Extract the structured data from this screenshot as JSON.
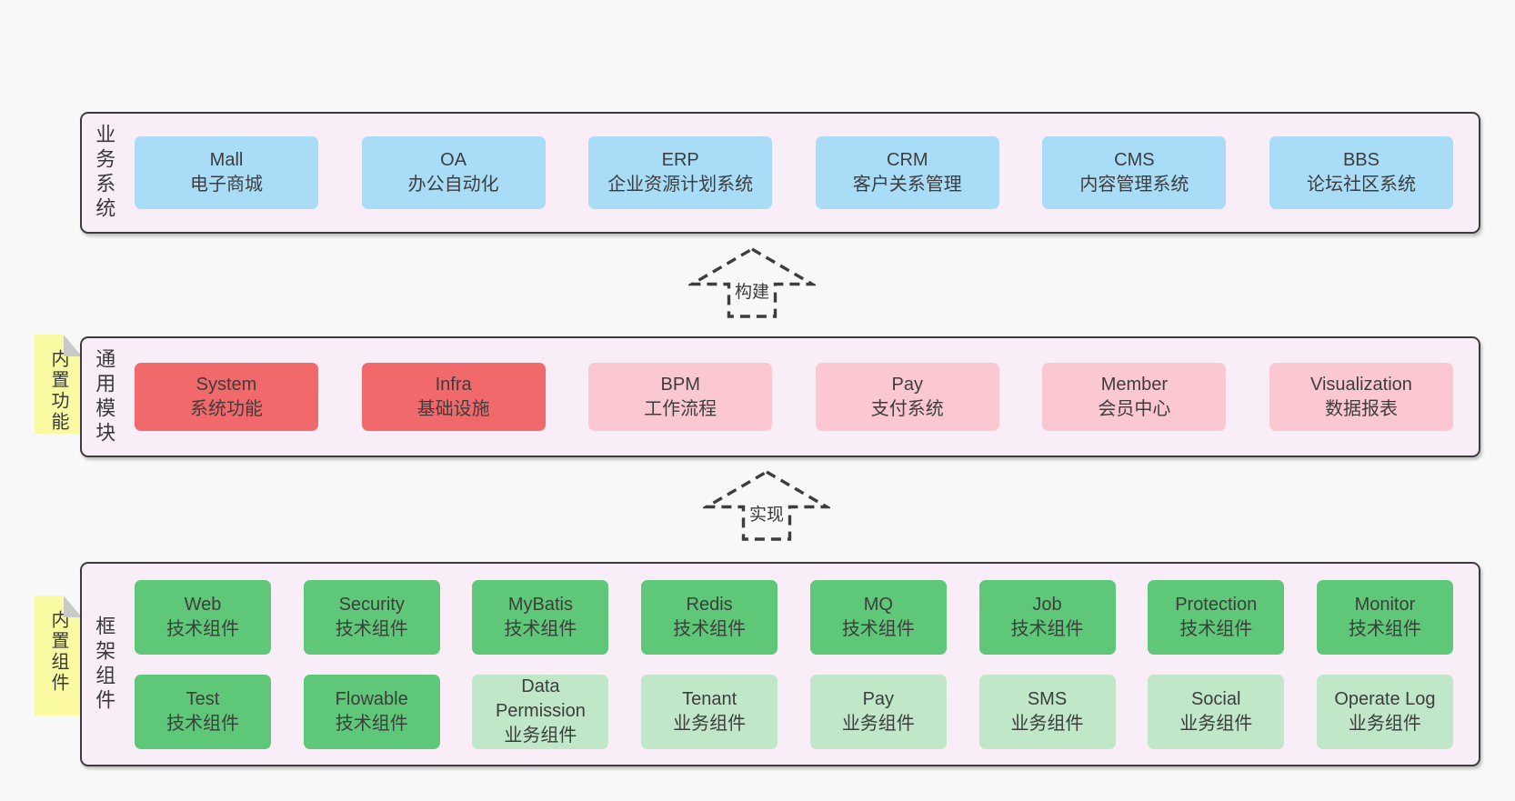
{
  "colors": {
    "page_bg": "#f8f8f8",
    "band_bg": "#f9eef7",
    "band_border": "#3c3c3c",
    "blue": "#a9dcf6",
    "red": "#f2696c",
    "pink": "#fbc8d2",
    "green": "#5fc878",
    "light_green": "#bfe7c8",
    "note_yellow": "#fafaa3",
    "note_fold": "#c9c9c9",
    "text": "#3d3d3d"
  },
  "arrows": {
    "build": "构建",
    "implement": "实现"
  },
  "business": {
    "label": "业务系统",
    "boxes": [
      {
        "name": "Mall",
        "subtitle": "电子商城"
      },
      {
        "name": "OA",
        "subtitle": "办公自动化"
      },
      {
        "name": "ERP",
        "subtitle": "企业资源计划系统"
      },
      {
        "name": "CRM",
        "subtitle": "客户关系管理"
      },
      {
        "name": "CMS",
        "subtitle": "内容管理系统"
      },
      {
        "name": "BBS",
        "subtitle": "论坛社区系统"
      }
    ]
  },
  "modules": {
    "label": "通用模块",
    "note": "内置功能",
    "boxes": [
      {
        "name": "System",
        "subtitle": "系统功能"
      },
      {
        "name": "Infra",
        "subtitle": "基础设施"
      },
      {
        "name": "BPM",
        "subtitle": "工作流程"
      },
      {
        "name": "Pay",
        "subtitle": "支付系统"
      },
      {
        "name": "Member",
        "subtitle": "会员中心"
      },
      {
        "name": "Visualization",
        "subtitle": "数据报表"
      }
    ]
  },
  "components": {
    "label": "框架组件",
    "note": "内置组件",
    "row1": [
      {
        "name": "Web",
        "subtitle": "技术组件"
      },
      {
        "name": "Security",
        "subtitle": "技术组件"
      },
      {
        "name": "MyBatis",
        "subtitle": "技术组件"
      },
      {
        "name": "Redis",
        "subtitle": "技术组件"
      },
      {
        "name": "MQ",
        "subtitle": "技术组件"
      },
      {
        "name": "Job",
        "subtitle": "技术组件"
      },
      {
        "name": "Protection",
        "subtitle": "技术组件"
      },
      {
        "name": "Monitor",
        "subtitle": "技术组件"
      }
    ],
    "row2": [
      {
        "name": "Test",
        "subtitle": "技术组件"
      },
      {
        "name": "Flowable",
        "subtitle": "技术组件"
      },
      {
        "name": "Data Permission",
        "subtitle": "业务组件"
      },
      {
        "name": "Tenant",
        "subtitle": "业务组件"
      },
      {
        "name": "Pay",
        "subtitle": "业务组件"
      },
      {
        "name": "SMS",
        "subtitle": "业务组件"
      },
      {
        "name": "Social",
        "subtitle": "业务组件"
      },
      {
        "name": "Operate Log",
        "subtitle": "业务组件"
      }
    ]
  }
}
